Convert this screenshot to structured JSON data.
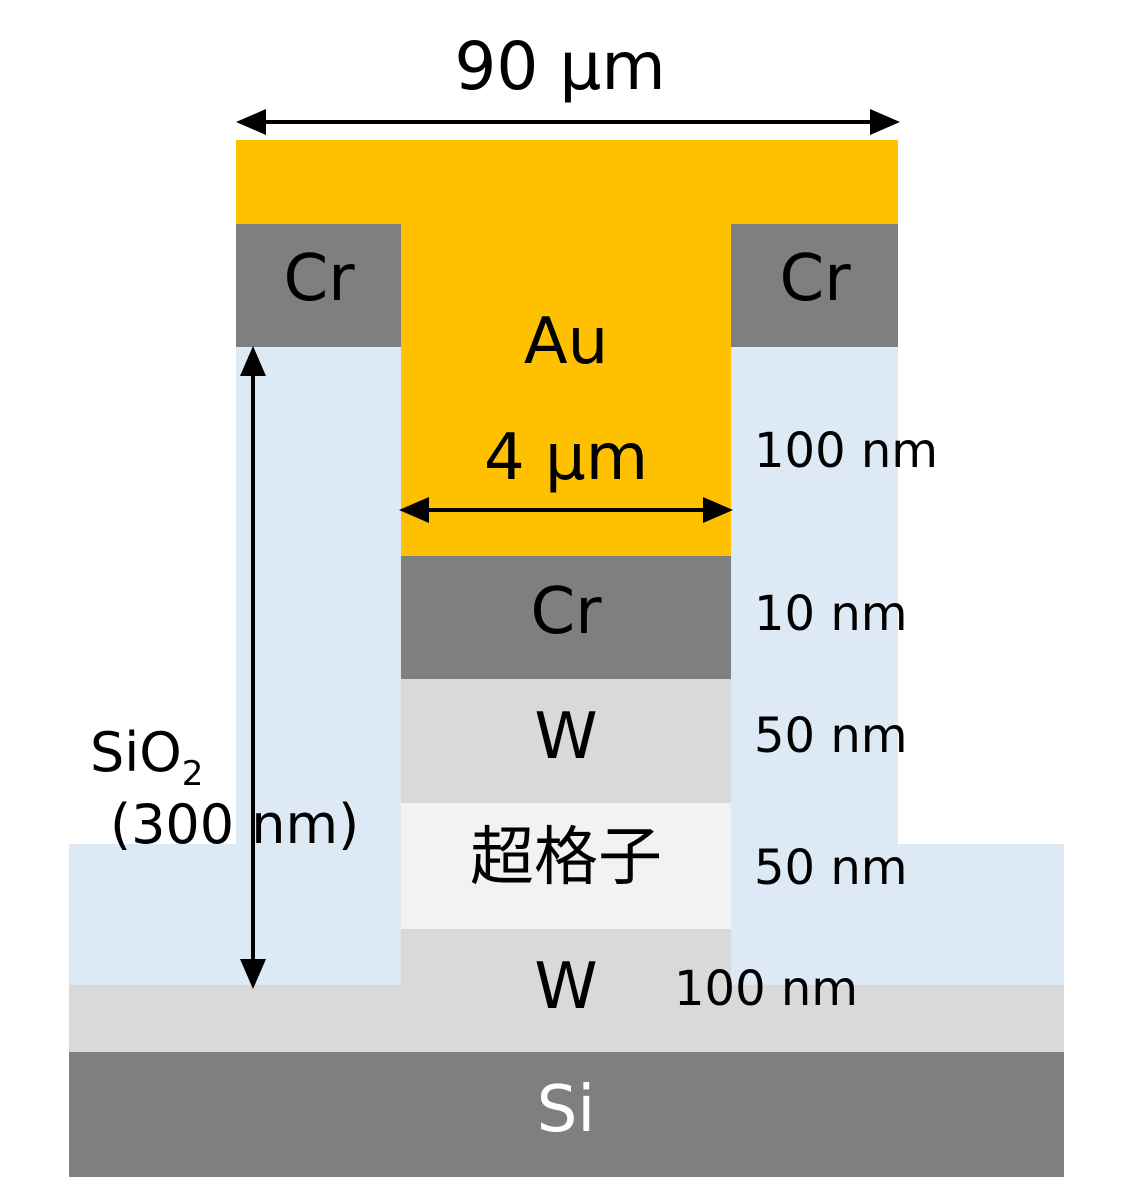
{
  "colors": {
    "au": "#ffc000",
    "cr": "#7f7f7f",
    "w": "#d9d9d9",
    "superlattice": "#f2f2f2",
    "sio2": "#dde9f5",
    "si": "#7f7f7f",
    "text_dark": "#000000",
    "text_light": "#ffffff"
  },
  "dimensions": {
    "width_90um": "90 μm",
    "width_4um": "4 μm",
    "sio2_name": "SiO",
    "sio2_subscript": "2",
    "sio2_thickness": "(300 nm)"
  },
  "layers": {
    "cr_left": "Cr",
    "cr_right": "Cr",
    "au": "Au",
    "cr_center": "Cr",
    "w_upper": "W",
    "superlattice": "超格子",
    "w_lower": "W",
    "si": "Si"
  },
  "thicknesses": {
    "au": "100 nm",
    "cr": "10 nm",
    "w_upper": "50 nm",
    "superlattice": "50 nm",
    "w_lower": "100 nm"
  }
}
